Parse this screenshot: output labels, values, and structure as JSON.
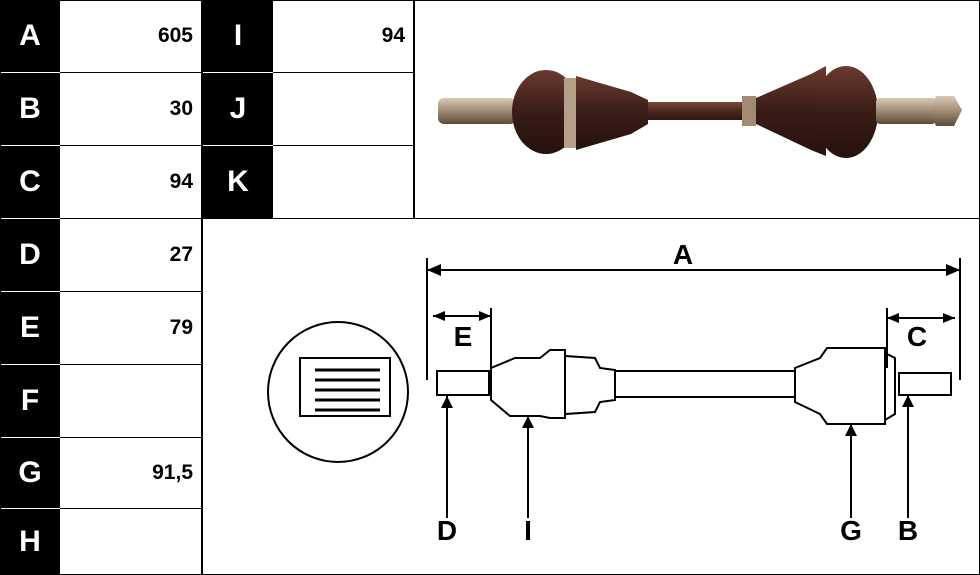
{
  "dimensions": [
    {
      "label": "A",
      "value": "605"
    },
    {
      "label": "B",
      "value": "30"
    },
    {
      "label": "C",
      "value": "94"
    },
    {
      "label": "D",
      "value": "27"
    },
    {
      "label": "E",
      "value": "79"
    },
    {
      "label": "F",
      "value": ""
    },
    {
      "label": "G",
      "value": "91,5"
    },
    {
      "label": "H",
      "value": ""
    }
  ],
  "dimensions2": [
    {
      "label": "I",
      "value": "94"
    },
    {
      "label": "J",
      "value": ""
    },
    {
      "label": "K",
      "value": ""
    }
  ],
  "diagram_labels": {
    "A": "A",
    "E": "E",
    "C": "C",
    "D": "D",
    "I": "I",
    "G": "G",
    "B": "B"
  },
  "colors": {
    "header_bg": "#000000",
    "header_fg": "#ffffff",
    "shaft": "#5a2e25",
    "metal": "#a59079"
  }
}
